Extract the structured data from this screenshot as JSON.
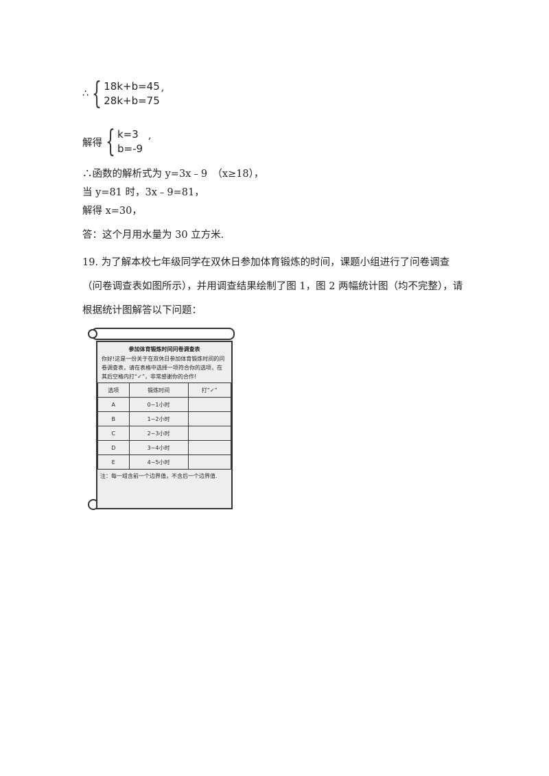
{
  "system1": {
    "prefix": "∴",
    "eq1": "18k+b=45",
    "eq2": "28k+b=75",
    "suffix": ","
  },
  "system2": {
    "prefix": "解得",
    "eq1": "k=3",
    "eq2": "b=-9",
    "suffix": ","
  },
  "lines": [
    "∴函数的解析式为 y=3x﹣9　（x≥18），",
    "当 y=81 时，3x﹣9=81，",
    "解得 x=30，",
    "答：这个月用水量为 30 立方米."
  ],
  "question19": "19. 为了解本校七年级同学在双休日参加体育锻炼的时间，课题小组进行了问卷调查（问卷调查表如图所示），并用调查结果绘制了图 1，图 2 两幅统计图（均不完整），请根据统计图解答以下问题：",
  "survey": {
    "title": "参加体育锻炼时间问卷调查表",
    "intro": "你好!这是一份关于在双休日参加体育锻炼时间的问卷调查表，请在表格中选择一项符合你的选项，在其后空格内打“✓”，非常感谢你的合作!",
    "headers": [
      "选项",
      "锻炼时间",
      "打“✓”"
    ],
    "rows": [
      [
        "A",
        "0~1小时",
        ""
      ],
      [
        "B",
        "1~2小时",
        ""
      ],
      [
        "C",
        "2~3小时",
        ""
      ],
      [
        "D",
        "3~4小时",
        ""
      ],
      [
        "E",
        "4~5小时",
        ""
      ]
    ],
    "note": "注：每一组含前一个边界值，不含后一个边界值."
  }
}
